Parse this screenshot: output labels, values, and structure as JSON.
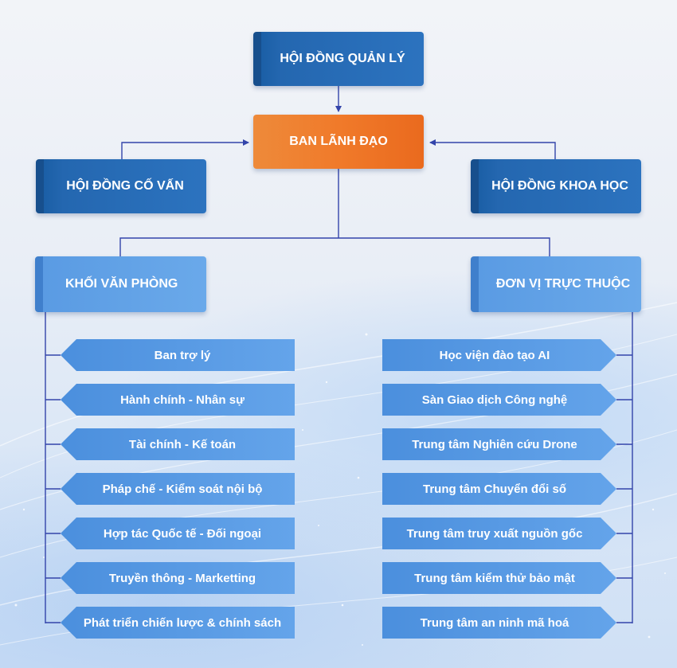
{
  "top": {
    "label": "HỘI ĐỒNG QUẢN LÝ"
  },
  "leadership": {
    "label": "BAN LÃNH ĐẠO"
  },
  "advisory": {
    "label": "HỘI ĐỒNG CỐ VẤN"
  },
  "science": {
    "label": "HỘI ĐỒNG KHOA HỌC"
  },
  "office": {
    "label": "KHỐI VĂN PHÒNG",
    "items": [
      "Ban trợ lý",
      "Hành chính - Nhân sự",
      "Tài chính - Kế toán",
      "Pháp chế - Kiểm soát nội bộ",
      "Hợp tác Quốc tế - Đối ngoại",
      "Truyền thông - Marketting",
      "Phát triển chiến lược & chính sách"
    ]
  },
  "units": {
    "label": "ĐƠN VỊ TRỰC THUỘC",
    "items": [
      "Học viện đào tạo AI",
      "Sàn Giao dịch Công nghệ",
      "Trung tâm Nghiên cứu Drone",
      "Trung tâm Chuyển đổi số",
      "Trung tâm truy xuất nguồn gốc",
      "Trung tâm kiểm thử bảo mật",
      "Trung tâm an ninh mã hoá"
    ]
  },
  "colors": {
    "dark_box": "#2467b0",
    "leadership": "#f07a2a",
    "light_box": "#5f9fe6",
    "connector": "#3344aa"
  }
}
